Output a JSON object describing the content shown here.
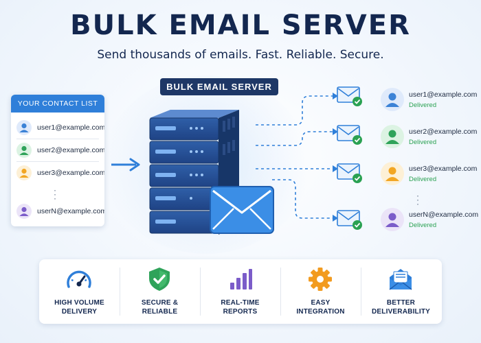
{
  "header": {
    "title": "BULK EMAIL SERVER",
    "subtitle": "Send thousands of emails. Fast. Reliable. Secure."
  },
  "server": {
    "label": "BULK EMAIL SERVER",
    "icon": "server-rack-icon",
    "envelope_icon": "envelope-icon"
  },
  "contact_list": {
    "title": "YOUR CONTACT LIST",
    "contacts": [
      {
        "email": "user1@example.com",
        "color": "#3b82d6"
      },
      {
        "email": "user2@example.com",
        "color": "#2fa35a"
      },
      {
        "email": "user3@example.com",
        "color": "#f2a623"
      },
      {
        "email": "userN@example.com",
        "color": "#7b5cc9"
      }
    ]
  },
  "recipients": [
    {
      "email": "user1@example.com",
      "status": "Delivered",
      "color": "#3b82d6"
    },
    {
      "email": "user2@example.com",
      "status": "Delivered",
      "color": "#2fa35a"
    },
    {
      "email": "user3@example.com",
      "status": "Delivered",
      "color": "#f2a623"
    },
    {
      "email": "userN@example.com",
      "status": "Delivered",
      "color": "#7b5cc9"
    }
  ],
  "features": [
    {
      "line1": "HIGH VOLUME",
      "line2": "DELIVERY",
      "icon": "speedometer-icon"
    },
    {
      "line1": "SECURE &",
      "line2": "RELIABLE",
      "icon": "shield-check-icon"
    },
    {
      "line1": "REAL-TIME",
      "line2": "REPORTS",
      "icon": "bar-chart-icon"
    },
    {
      "line1": "EASY",
      "line2": "INTEGRATION",
      "icon": "gear-icon"
    },
    {
      "line1": "BETTER",
      "line2": "DELIVERABILITY",
      "icon": "open-envelope-icon"
    }
  ],
  "colors": {
    "navy": "#13274f",
    "accent_blue": "#2f7fd9",
    "delivered_green": "#2aa152"
  }
}
